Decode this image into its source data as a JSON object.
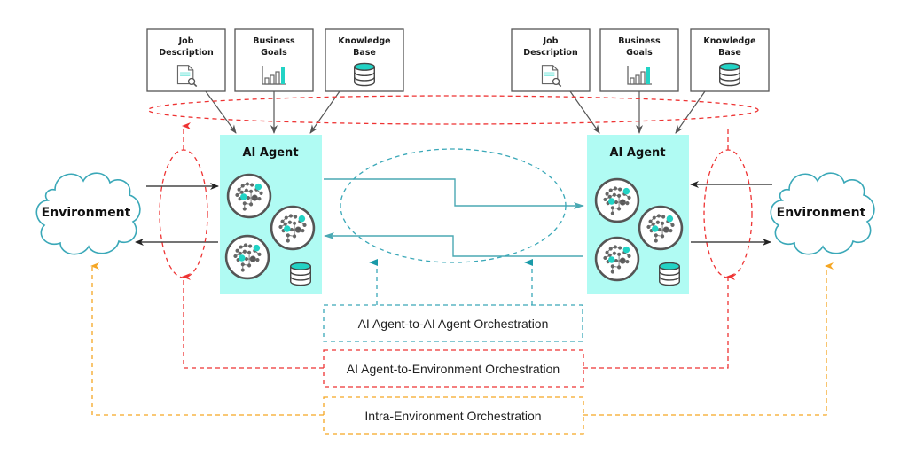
{
  "diagram": {
    "title": "AI Agent Orchestration Layers",
    "agents": [
      {
        "title": "AI Agent",
        "inputs": [
          {
            "label_line1": "Job",
            "label_line2": "Description",
            "icon": "document-search-icon"
          },
          {
            "label_line1": "Business",
            "label_line2": "Goals",
            "icon": "bar-chart-icon"
          },
          {
            "label_line1": "Knowledge",
            "label_line2": "Base",
            "icon": "database-icon"
          }
        ]
      },
      {
        "title": "AI Agent",
        "inputs": [
          {
            "label_line1": "Job",
            "label_line2": "Description",
            "icon": "document-search-icon"
          },
          {
            "label_line1": "Business",
            "label_line2": "Goals",
            "icon": "bar-chart-icon"
          },
          {
            "label_line1": "Knowledge",
            "label_line2": "Base",
            "icon": "database-icon"
          }
        ]
      }
    ],
    "environments": [
      {
        "label": "Environment"
      },
      {
        "label": "Environment"
      }
    ],
    "orchestrations": [
      {
        "label": "AI Agent-to-AI Agent Orchestration",
        "color": "#3aa8b8"
      },
      {
        "label": "AI Agent-to-Environment Orchestration",
        "color": "#ee3333"
      },
      {
        "label": "Intra-Environment Orchestration",
        "color": "#f5a623"
      }
    ],
    "colors": {
      "agent_fill": "#b0fbf3",
      "accent": "#22d3c5",
      "cloud_stroke": "#3aa8b8",
      "agent_link": "#4aa9b3",
      "env_link": "#ee3333",
      "intra_link": "#f5a623",
      "box_stroke": "#555555"
    }
  }
}
